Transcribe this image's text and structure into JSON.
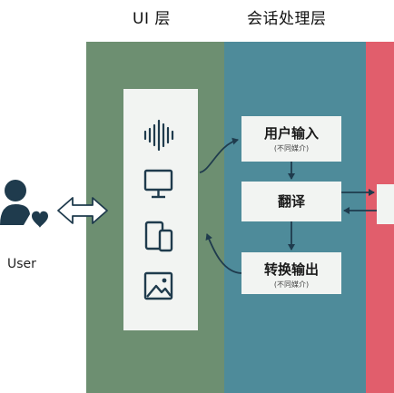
{
  "labels": {
    "ui_layer": "UI 层",
    "session_layer": "会话处理层",
    "user": "User"
  },
  "boxes": {
    "input": {
      "title": "用户输入",
      "sub": "(不同媒介)"
    },
    "translate": {
      "title": "翻译"
    },
    "output": {
      "title": "转换输出",
      "sub": "(不同媒介)"
    }
  },
  "icons": [
    "audio-waveform-icon",
    "monitor-icon",
    "devices-icon",
    "image-icon",
    "user-heart-icon",
    "bidirectional-arrow-icon"
  ],
  "colors": {
    "ui_band": "#6d8f71",
    "session_band": "#4e8b9a",
    "right_band": "#e15e6c",
    "panel": "#f2f4f2",
    "icon": "#1f3b4d"
  }
}
